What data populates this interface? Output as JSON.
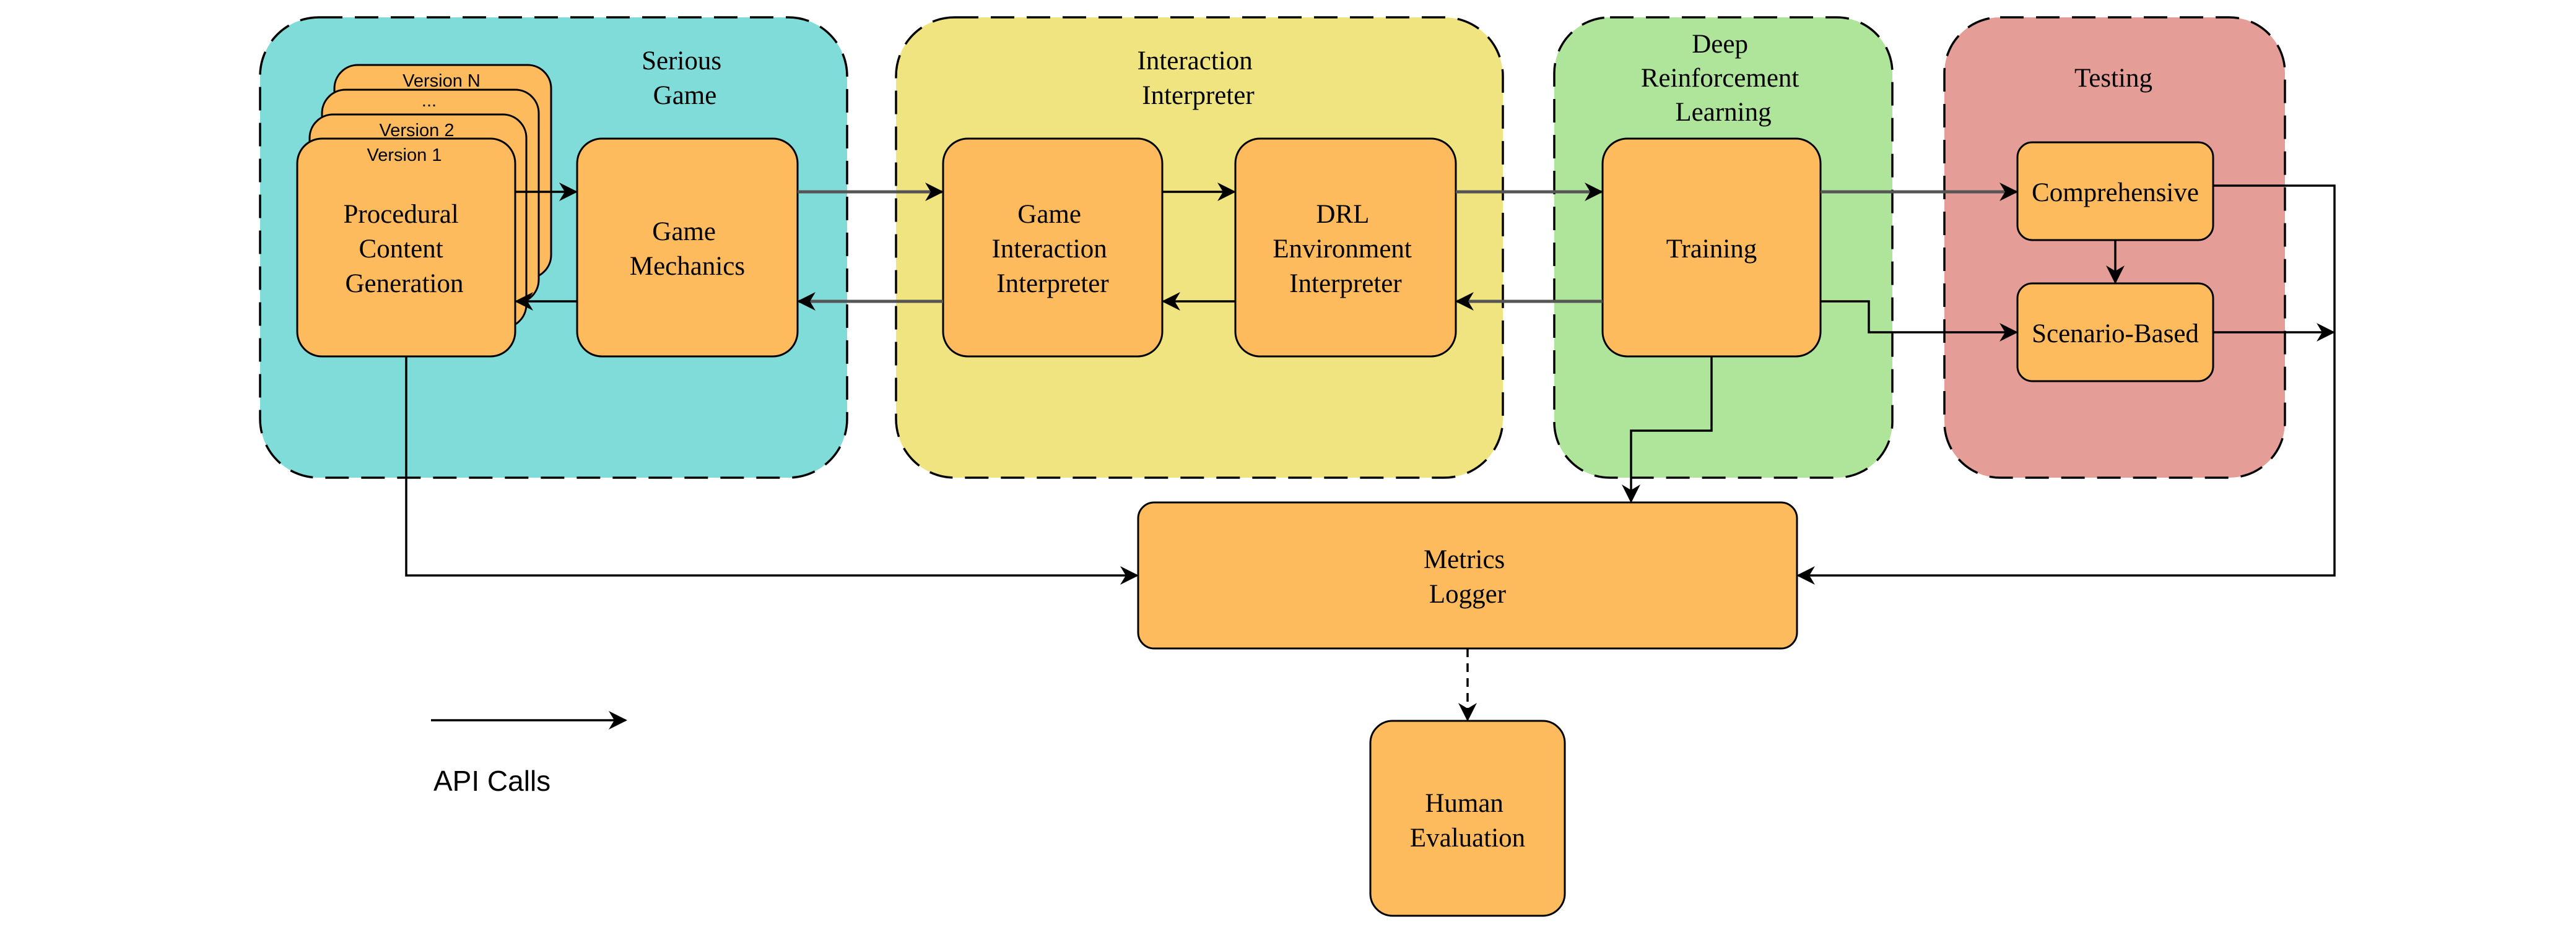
{
  "colors": {
    "serious_game_bg": "#7fdcd9",
    "interaction_interpreter_bg": "#efe47f",
    "drl_bg": "#afe59a",
    "testing_bg": "#e59d98",
    "node_fill": "#fdbb5d",
    "line": "#000000"
  },
  "groups": {
    "serious_game": {
      "title": [
        "Serious",
        "Game"
      ]
    },
    "interaction_interpreter": {
      "title": [
        "Interaction",
        "Interpreter"
      ]
    },
    "drl": {
      "title": [
        "Deep",
        "Reinforcement",
        "Learning"
      ]
    },
    "testing": {
      "title": [
        "Testing"
      ]
    }
  },
  "versions": {
    "n": "Version N",
    "dots": "...",
    "v2": "Version 2",
    "v1": "Version 1"
  },
  "nodes": {
    "pcg": [
      "Procedural",
      "Content",
      "Generation"
    ],
    "game_mechanics": [
      "Game",
      "Mechanics"
    ],
    "game_interaction_interpreter": [
      "Game",
      "Interaction",
      "Interpreter"
    ],
    "drl_environment_interpreter": [
      "DRL",
      "Environment",
      "Interpreter"
    ],
    "training": [
      "Training"
    ],
    "comprehensive": [
      "Comprehensive"
    ],
    "scenario_based": [
      "Scenario-Based"
    ],
    "metrics_logger": [
      "Metrics",
      "Logger"
    ],
    "human_evaluation": [
      "Human",
      "Evaluation"
    ]
  },
  "legend": {
    "api_calls": "API Calls"
  }
}
